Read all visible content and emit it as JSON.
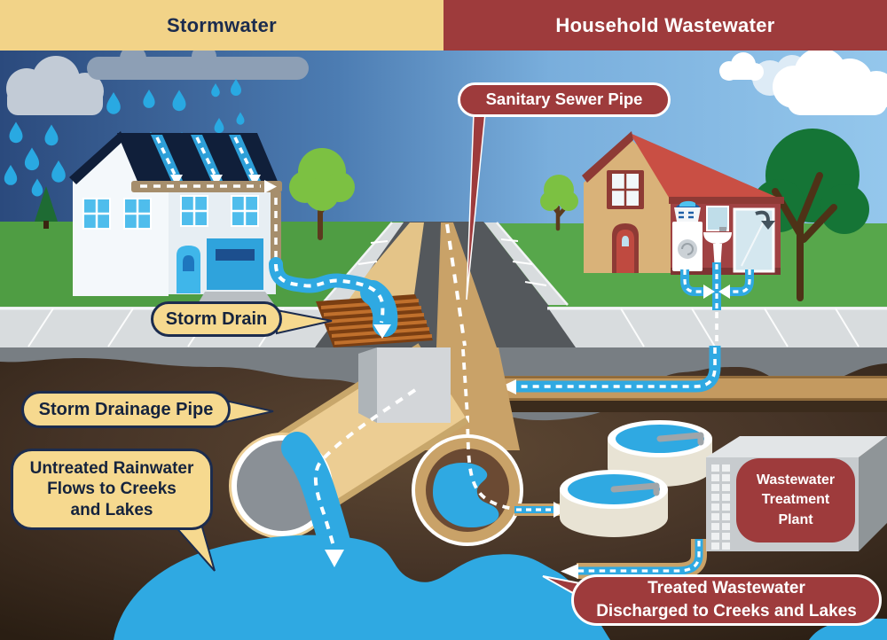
{
  "header": {
    "left": "Stormwater",
    "right": "Household Wastewater"
  },
  "callouts": {
    "storm_drain": "Storm Drain",
    "storm_drainage_pipe": "Storm Drainage Pipe",
    "sanitary_sewer_pipe": "Sanitary Sewer Pipe",
    "untreated_lines": [
      "Untreated Rainwater",
      "Flows to Creeks",
      "and Lakes"
    ],
    "treatment_plant_lines": [
      "Wastewater",
      "Treatment",
      "Plant"
    ],
    "treated_lines": [
      "Treated Wastewater",
      "Discharged to Creeks and Lakes"
    ]
  },
  "colors": {
    "stormwater_accent": "#F2D388",
    "wastewater_accent": "#9E3B3C",
    "navy_text": "#1B2B4E",
    "water_blue": "#2FA9E2",
    "pipe_tan": "#C9A268",
    "storm_pipe_tan": "#ECCD93",
    "grass_green": "#54A347",
    "soil_brown": "#4A3727",
    "road_gray": "#54585C",
    "sidewalk_gray": "#D8DCDE"
  }
}
